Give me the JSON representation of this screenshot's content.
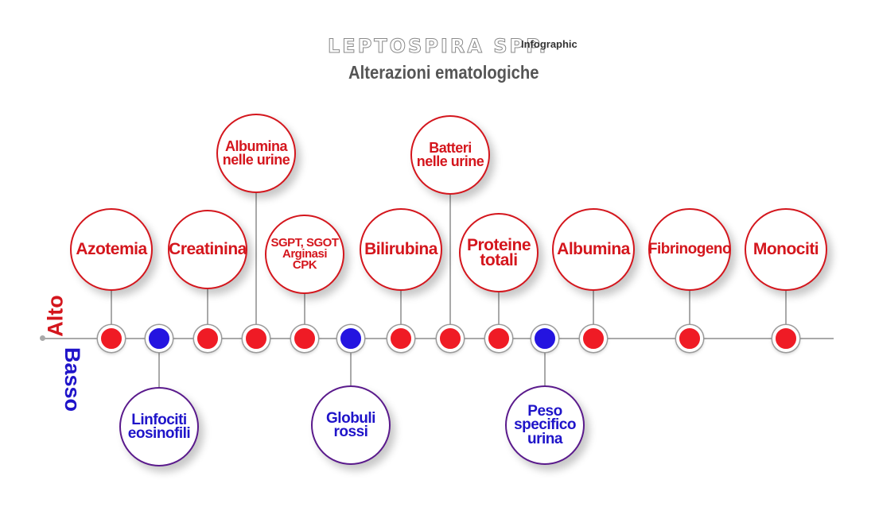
{
  "header": {
    "title": "LEPTOSPIRA SPP.",
    "title_tag": "Infographic",
    "subtitle": "Alterazioni ematologiche"
  },
  "axis": {
    "high_label": "Alto",
    "low_label": "Basso"
  },
  "colors": {
    "high": "#d4161d",
    "low": "#1f14c9",
    "low_border": "#5a1a8c",
    "line": "#a9a9a9"
  },
  "parameters": [
    {
      "label": "Azotemia",
      "level": "alto"
    },
    {
      "label": "Linfociti\neosinofili",
      "level": "basso"
    },
    {
      "label": "Creatinina",
      "level": "alto"
    },
    {
      "label": "Albumina\nnelle urine",
      "level": "alto"
    },
    {
      "label": "SGPT, SGOT\nArginasi\nCPK",
      "level": "alto"
    },
    {
      "label": "Globuli\nrossi",
      "level": "basso"
    },
    {
      "label": "Bilirubina",
      "level": "alto"
    },
    {
      "label": "Batteri\nnelle urine",
      "level": "alto"
    },
    {
      "label": "Proteine\ntotali",
      "level": "alto"
    },
    {
      "label": "Peso\nspecifico\nurina",
      "level": "basso"
    },
    {
      "label": "Albumina",
      "level": "alto"
    },
    {
      "label": "Fibrinogeno",
      "level": "alto"
    },
    {
      "label": "Monociti",
      "level": "alto"
    }
  ]
}
